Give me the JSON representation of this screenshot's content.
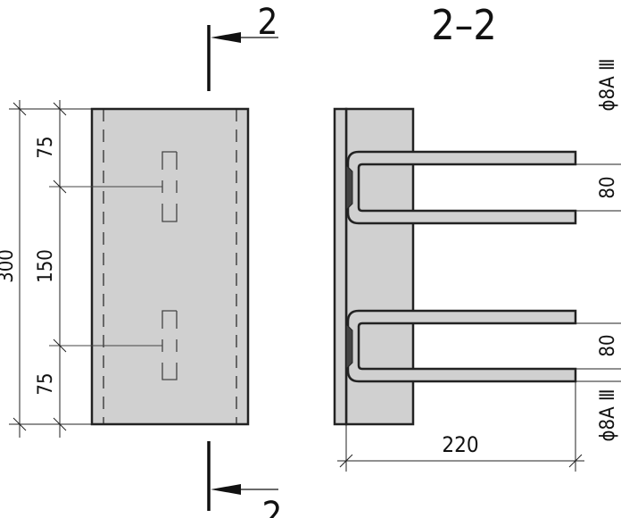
{
  "section_title": "2–2",
  "section_mark_top": "2",
  "section_mark_bottom": "2",
  "dimensions": {
    "total_height": "300",
    "top_offset": "75",
    "middle_spacing": "150",
    "bottom_offset": "75",
    "upper_bar_spacing": "80",
    "lower_bar_spacing": "80",
    "bar_length": "220"
  },
  "rebar_labels": {
    "top": "ϕ8A Ⅲ",
    "bottom": "ϕ8A Ⅲ"
  },
  "colors": {
    "fill": "#d0d0d0",
    "line": "#222222",
    "weld": "#444444"
  }
}
